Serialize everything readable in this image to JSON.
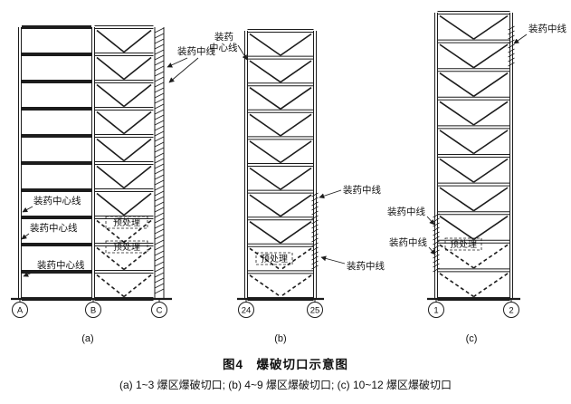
{
  "figure": {
    "title": "图4　爆破切口示意图",
    "subtitle": "(a) 1~3 爆区爆破切口; (b) 4~9 爆区爆破切口; (c) 10~12 爆区爆破切口"
  },
  "frame_a": {
    "sub_label": "(a)",
    "axis_labels": [
      "A",
      "B",
      "C"
    ],
    "ann_charge_midline": "装药中线",
    "ann_charge_centerline_1": "装药中心线",
    "ann_charge_centerline_2": "装药中心线",
    "ann_charge_centerline_3": "装药中心线",
    "ann_pretreat_1": "预处理",
    "ann_pretreat_2": "预处理"
  },
  "frame_b": {
    "sub_label": "(b)",
    "axis_labels": [
      "24",
      "25"
    ],
    "ann_charge_centerline_line1": "装药",
    "ann_charge_centerline_line2": "中心线",
    "ann_charge_midline_upper": "装药中线",
    "ann_charge_midline_lower": "装药中线",
    "ann_pretreat": "预处理"
  },
  "frame_c": {
    "sub_label": "(c)",
    "axis_labels": [
      "1",
      "2"
    ],
    "ann_charge_midline_top": "装药中线",
    "ann_charge_midline_left_upper": "装药中线",
    "ann_charge_midline_left_lower": "装药中线",
    "ann_pretreat": "预处理"
  },
  "colors": {
    "line": "#1c1c1c",
    "background": "#ffffff"
  }
}
